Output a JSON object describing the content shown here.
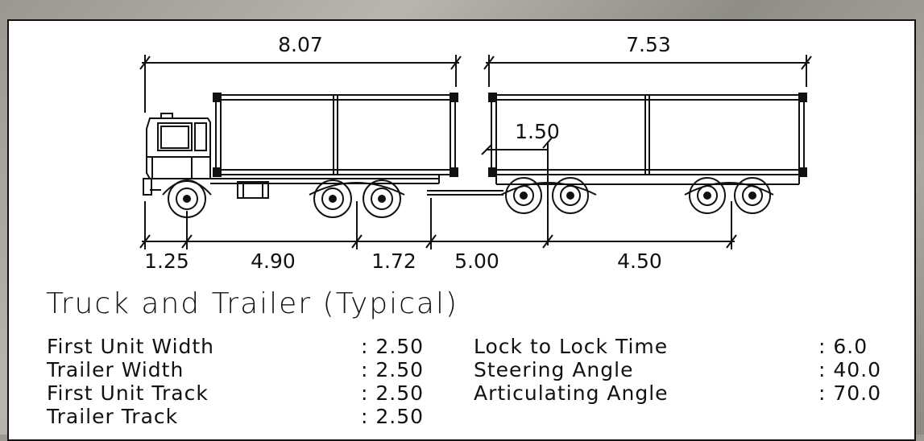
{
  "title": "Truck and Trailer (Typical)",
  "dimensions": {
    "truck_length": "8.07",
    "trailer_length": "7.53",
    "drawbar_offset": "1.50",
    "front_overhang": "1.25",
    "truck_wheelbase": "4.90",
    "rear_overhang": "1.72",
    "drawbar_to_axle": "5.00",
    "trailer_wheelbase": "4.50"
  },
  "specs_left": [
    {
      "label": "First Unit Width",
      "value": ": 2.50"
    },
    {
      "label": "Trailer Width",
      "value": ": 2.50"
    },
    {
      "label": "First Unit Track",
      "value": ": 2.50"
    },
    {
      "label": "Trailer Track",
      "value": ": 2.50"
    }
  ],
  "specs_right": [
    {
      "label": "Lock to Lock Time",
      "value": ": 6.0"
    },
    {
      "label": "Steering Angle",
      "value": ": 40.0"
    },
    {
      "label": "Articulating Angle",
      "value": ": 70.0"
    }
  ],
  "colors": {
    "line": "#111111",
    "paper": "#ffffff",
    "background": "#9a9890"
  }
}
